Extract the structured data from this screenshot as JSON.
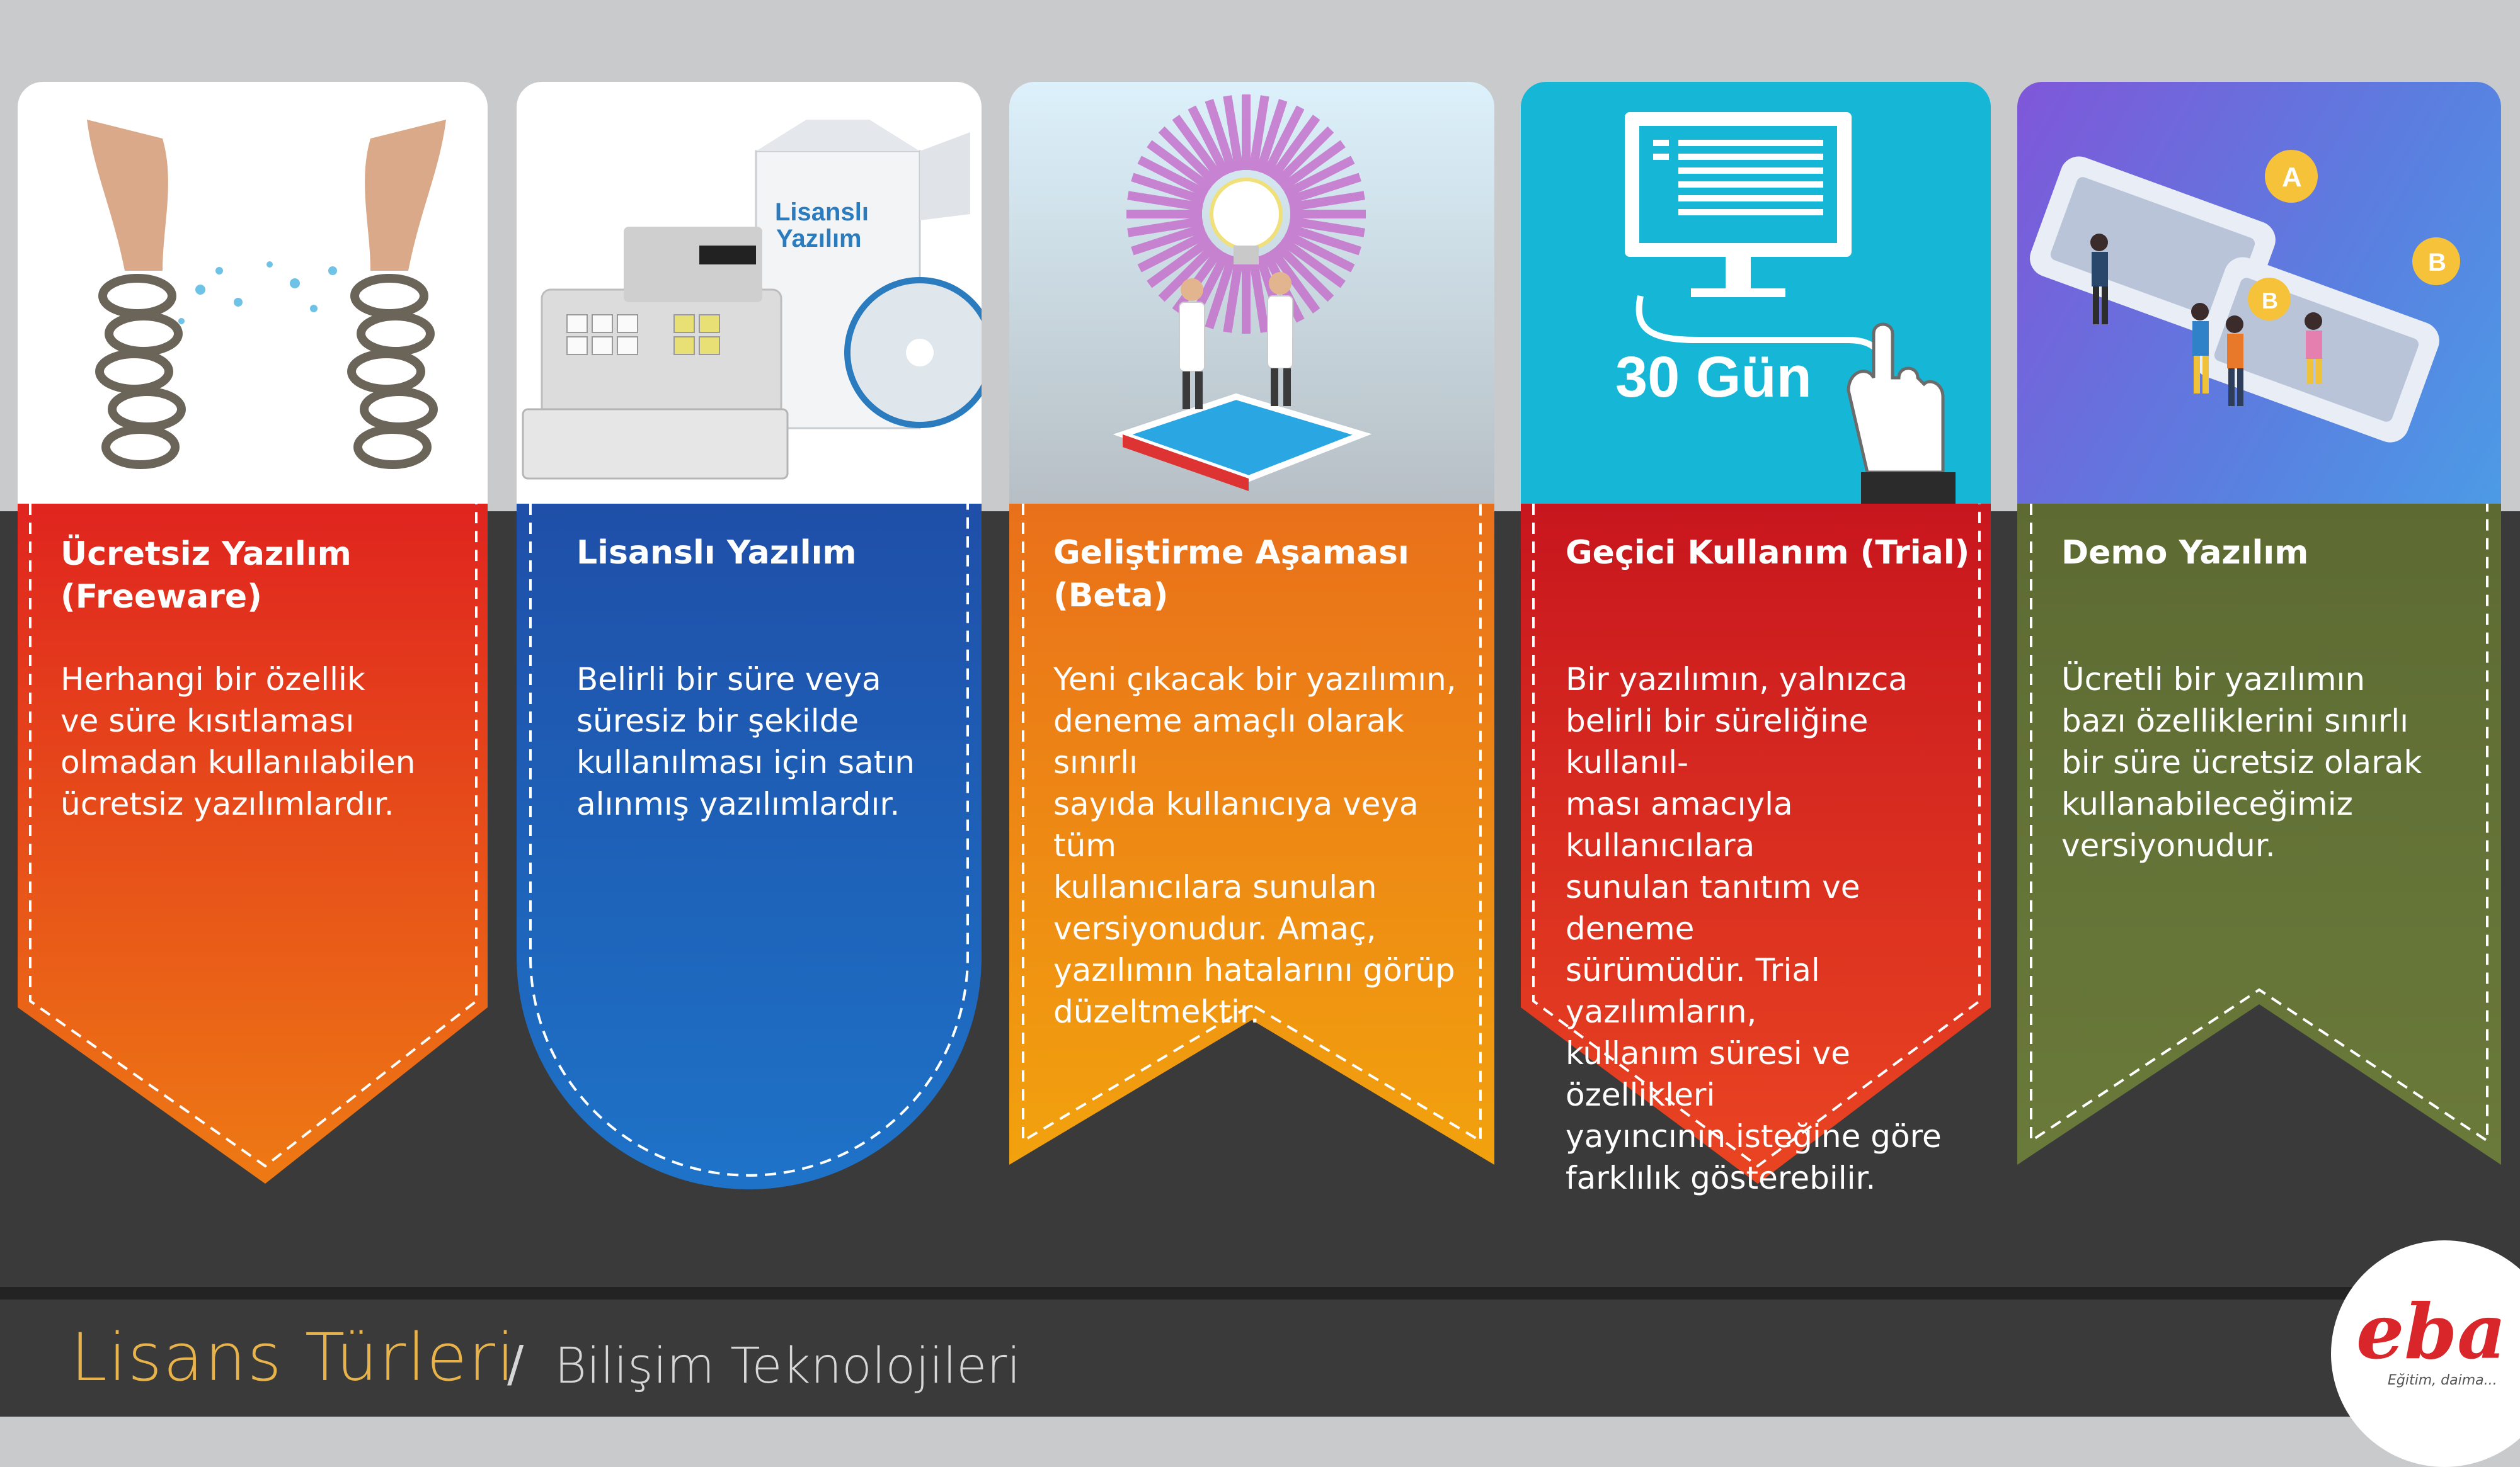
{
  "footer": {
    "title": "Lisans Türleri",
    "separator": "/",
    "subtitle": "Bilişim Teknolojileri"
  },
  "logo": {
    "text": "eba",
    "tagline": "Eğitim, daima..."
  },
  "cards": [
    {
      "title_line1": "Ücretsiz Yazılım",
      "title_line2": "(Freeware)",
      "desc": [
        "Herhangi bir özellik",
        "ve süre kısıtlaması",
        "olmadan kullanılabilen",
        "ücretsiz yazılımlardır."
      ]
    },
    {
      "title_line1": "Lisanslı Yazılım",
      "title_line2": "",
      "box_label_1": "Lisanslı",
      "box_label_2": "Yazılım",
      "desc": [
        "Belirli bir süre veya",
        "süresiz bir şekilde",
        "kullanılması için satın",
        "alınmış yazılımlardır."
      ]
    },
    {
      "title_line1": "Geliştirme Aşaması",
      "title_line2": "(Beta)",
      "desc": [
        "Yeni çıkacak bir yazılımın,",
        "deneme amaçlı olarak sınırlı",
        "sayıda kullanıcıya veya tüm",
        "kullanıcılara sunulan",
        "versiyonudur. Amaç,",
        "yazılımın hatalarını görüp",
        "düzeltmektir."
      ]
    },
    {
      "title_line1": "Geçici Kullanım (Trial)",
      "title_line2": "",
      "image_label": "30 Gün",
      "desc": [
        "Bir yazılımın, yalnızca",
        "belirli bir süreliğine kullanıl-",
        "ması amacıyla kullanıcılara",
        "sunulan tanıtım ve deneme",
        "sürümüdür. Trial yazılımların,",
        "kullanım süresi ve özellikleri",
        "yayıncının isteğine göre",
        "farklılık gösterebilir."
      ]
    },
    {
      "title_line1": "Demo Yazılım",
      "title_line2": "",
      "badge_a": "A",
      "badge_b1": "B",
      "badge_b2": "B",
      "desc": [
        "Ücretli bir yazılımın",
        "bazı özelliklerini sınırlı",
        "bir süre ücretsiz olarak",
        "kullanabileceğimiz",
        "versiyonudur."
      ]
    }
  ]
}
